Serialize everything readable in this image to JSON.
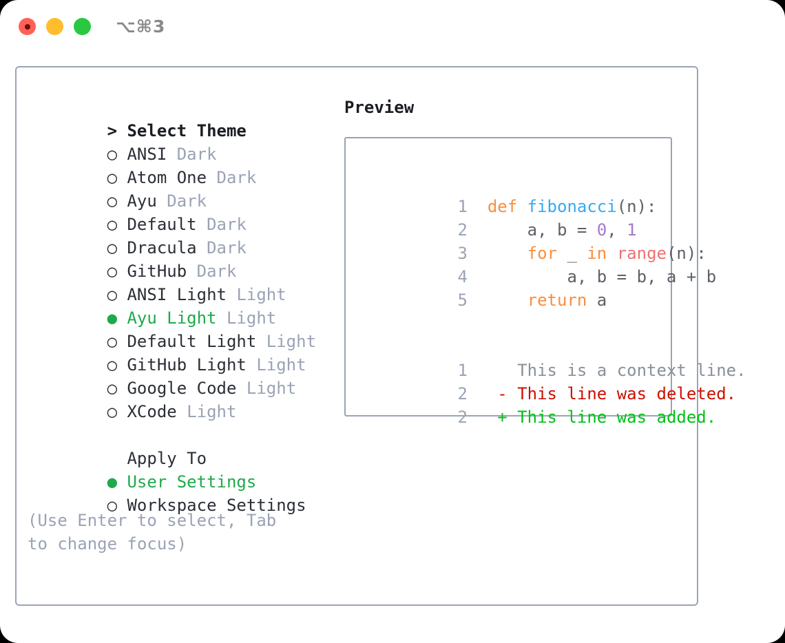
{
  "titlebar": {
    "shortcut": "⌥⌘3",
    "lights": [
      {
        "name": "close",
        "color": "#ff6058"
      },
      {
        "name": "minimize",
        "color": "#ffbd2e"
      },
      {
        "name": "zoom",
        "color": "#28c840"
      }
    ]
  },
  "theme_panel": {
    "heading": "Select Theme",
    "heading_marker": ">",
    "items": [
      {
        "marker": "○",
        "label": "ANSI",
        "variant": "Dark",
        "selected": false
      },
      {
        "marker": "○",
        "label": "Atom One",
        "variant": "Dark",
        "selected": false
      },
      {
        "marker": "○",
        "label": "Ayu",
        "variant": "Dark",
        "selected": false
      },
      {
        "marker": "○",
        "label": "Default",
        "variant": "Dark",
        "selected": false
      },
      {
        "marker": "○",
        "label": "Dracula",
        "variant": "Dark",
        "selected": false
      },
      {
        "marker": "○",
        "label": "GitHub",
        "variant": "Dark",
        "selected": false
      },
      {
        "marker": "○",
        "label": "ANSI Light",
        "variant": "Light",
        "selected": false
      },
      {
        "marker": "●",
        "label": "Ayu Light",
        "variant": "Light",
        "selected": true
      },
      {
        "marker": "○",
        "label": "Default Light",
        "variant": "Light",
        "selected": false
      },
      {
        "marker": "○",
        "label": "GitHub Light",
        "variant": "Light",
        "selected": false
      },
      {
        "marker": "○",
        "label": "Google Code",
        "variant": "Light",
        "selected": false
      },
      {
        "marker": "○",
        "label": "XCode",
        "variant": "Light",
        "selected": false
      }
    ]
  },
  "apply_to": {
    "heading": "Apply To",
    "items": [
      {
        "marker": "●",
        "label": "User Settings",
        "selected": true
      },
      {
        "marker": "○",
        "label": "Workspace Settings",
        "selected": false
      }
    ]
  },
  "hint": "(Use Enter to select, Tab to change focus)",
  "preview": {
    "title": "Preview",
    "code_lines": [
      {
        "lineno": "1",
        "tokens": [
          {
            "text": "def ",
            "type": "kw"
          },
          {
            "text": "fibonacci",
            "type": "fn"
          },
          {
            "text": "(n):",
            "type": "punct"
          }
        ]
      },
      {
        "lineno": "2",
        "tokens": [
          {
            "text": "    a, b = ",
            "type": "plain"
          },
          {
            "text": "0",
            "type": "num"
          },
          {
            "text": ", ",
            "type": "plain"
          },
          {
            "text": "1",
            "type": "num"
          }
        ]
      },
      {
        "lineno": "3",
        "tokens": [
          {
            "text": "    ",
            "type": "plain"
          },
          {
            "text": "for",
            "type": "kw"
          },
          {
            "text": " _ ",
            "type": "plain"
          },
          {
            "text": "in",
            "type": "kw"
          },
          {
            "text": " ",
            "type": "plain"
          },
          {
            "text": "range",
            "type": "builtin"
          },
          {
            "text": "(n):",
            "type": "punct"
          }
        ]
      },
      {
        "lineno": "4",
        "tokens": [
          {
            "text": "        a, b = b, a + b",
            "type": "plain"
          }
        ]
      },
      {
        "lineno": "5",
        "tokens": [
          {
            "text": "    ",
            "type": "plain"
          },
          {
            "text": "return",
            "type": "kw"
          },
          {
            "text": " a",
            "type": "plain"
          }
        ]
      }
    ],
    "diff_lines": [
      {
        "lineno": "1",
        "sign": " ",
        "text": "This is a context line.",
        "type": "ctx"
      },
      {
        "lineno": "2",
        "sign": "-",
        "text": "This line was deleted.",
        "type": "del"
      },
      {
        "lineno": "2",
        "sign": "+",
        "text": "This line was added.",
        "type": "add"
      }
    ]
  },
  "colors": {
    "accent_green": "#1faa4a",
    "muted": "#9aa3b5",
    "border": "#9aa3b5",
    "keyword": "#fa8d3e",
    "function": "#39a9f3",
    "builtin": "#f07171",
    "number": "#a37acc",
    "diff_added": "#00c217",
    "diff_deleted": "#cc1100"
  }
}
